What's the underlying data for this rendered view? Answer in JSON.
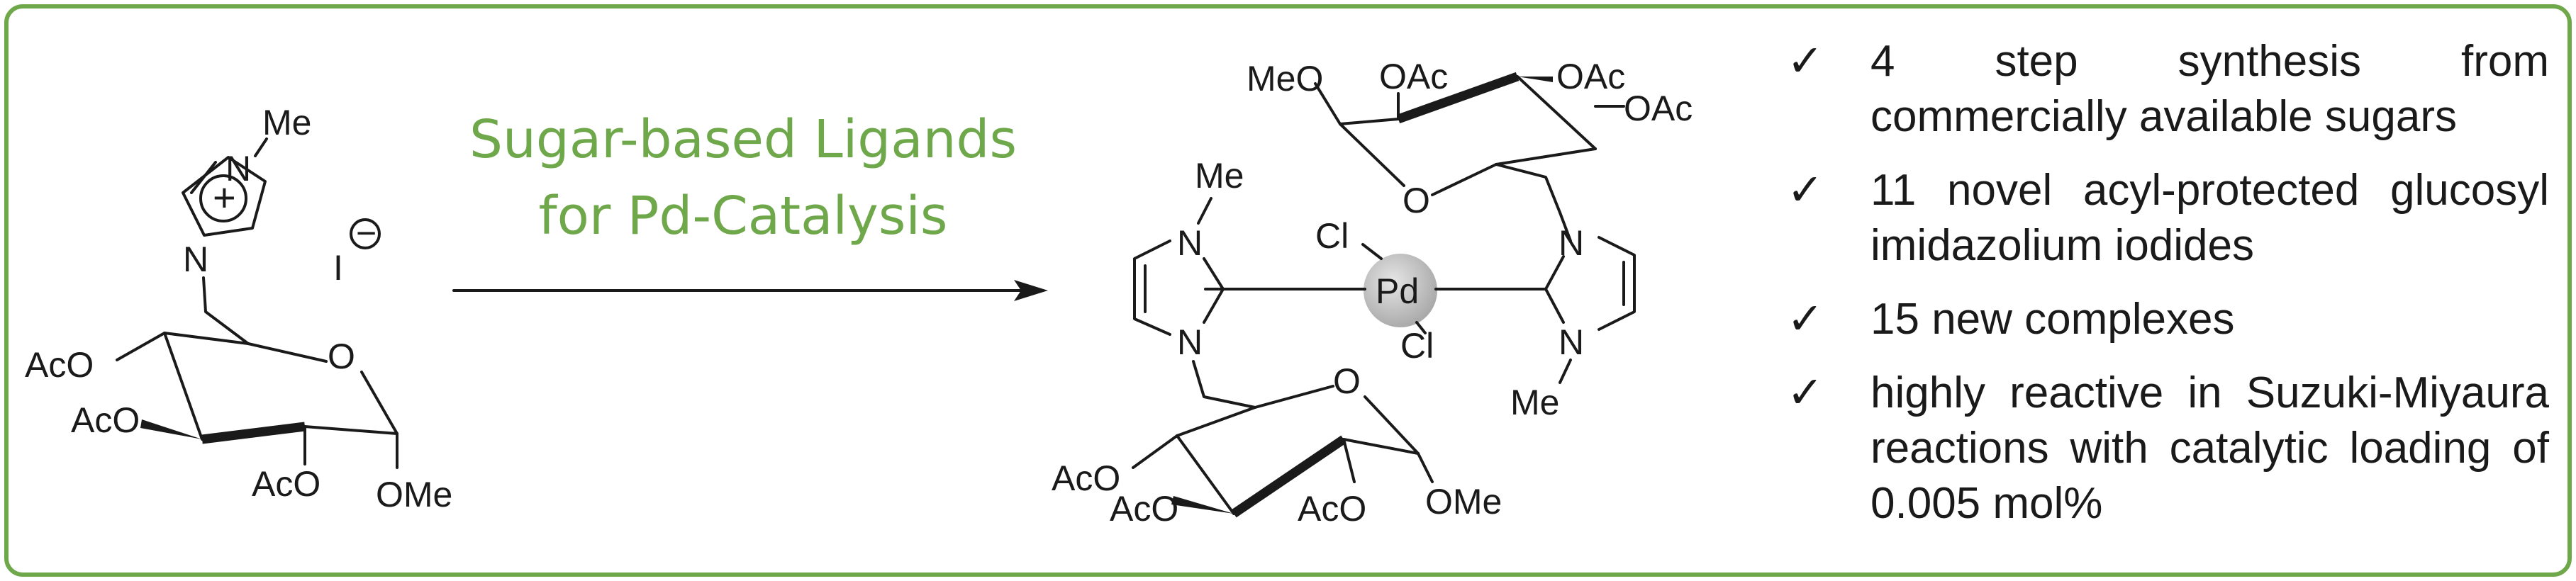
{
  "arrow_label": {
    "line1": "Sugar-based Ligands",
    "line2": "for Pd-Catalysis"
  },
  "colors": {
    "accent": "#6fa84a",
    "text": "#1a1a1a",
    "pd_sphere": "#bdbdbd"
  },
  "salt": {
    "methyl": "Me",
    "n_top": "N",
    "n_bottom": "N",
    "plus": "+",
    "counterion": "I",
    "minus": "−",
    "ring_o": "O",
    "oac_4": "AcO",
    "oac_3": "AcO",
    "oac_2": "AcO",
    "ome": "OMe"
  },
  "complex": {
    "metal": "Pd",
    "cl_top": "Cl",
    "cl_bottom": "Cl",
    "left": {
      "methyl": "Me",
      "n_top": "N",
      "n_bottom": "N"
    },
    "right": {
      "methyl": "Me",
      "n_top": "N",
      "n_bottom": "N"
    },
    "top_sugar": {
      "meo": "MeO",
      "oac_a": "OAc",
      "oac_b": "OAc",
      "oac_c": "OAc",
      "ring_o": "O"
    },
    "bottom_sugar": {
      "ring_o": "O",
      "aco_a": "AcO",
      "aco_b": "AcO",
      "aco_c": "AcO",
      "ome": "OMe"
    }
  },
  "bullets": [
    {
      "check": "✓",
      "text": "4 step synthesis from commercially available sugars"
    },
    {
      "check": "✓",
      "text": "11 novel acyl-protected glucosyl imidazolium iodides"
    },
    {
      "check": "✓",
      "text": "15 new complexes"
    },
    {
      "check": "✓",
      "text": "highly reactive in Suzuki-Miyaura reactions with catalytic loading of 0.005 mol%"
    }
  ]
}
